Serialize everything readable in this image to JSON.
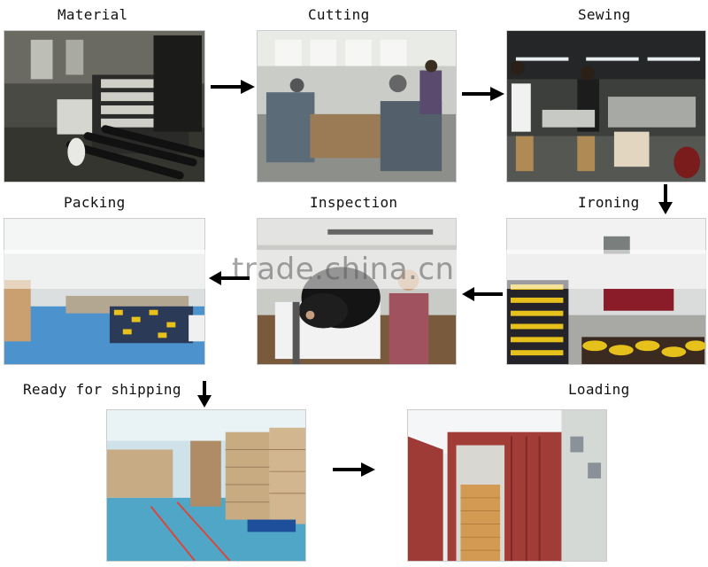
{
  "steps": [
    {
      "label": "Material"
    },
    {
      "label": "Cutting"
    },
    {
      "label": "Sewing"
    },
    {
      "label": "Ironing"
    },
    {
      "label": "Inspection"
    },
    {
      "label": "Packing"
    },
    {
      "label": "Ready for shipping"
    },
    {
      "label": "Loading"
    }
  ],
  "watermark": "trade.china.cn",
  "arrow_color": "#000000"
}
